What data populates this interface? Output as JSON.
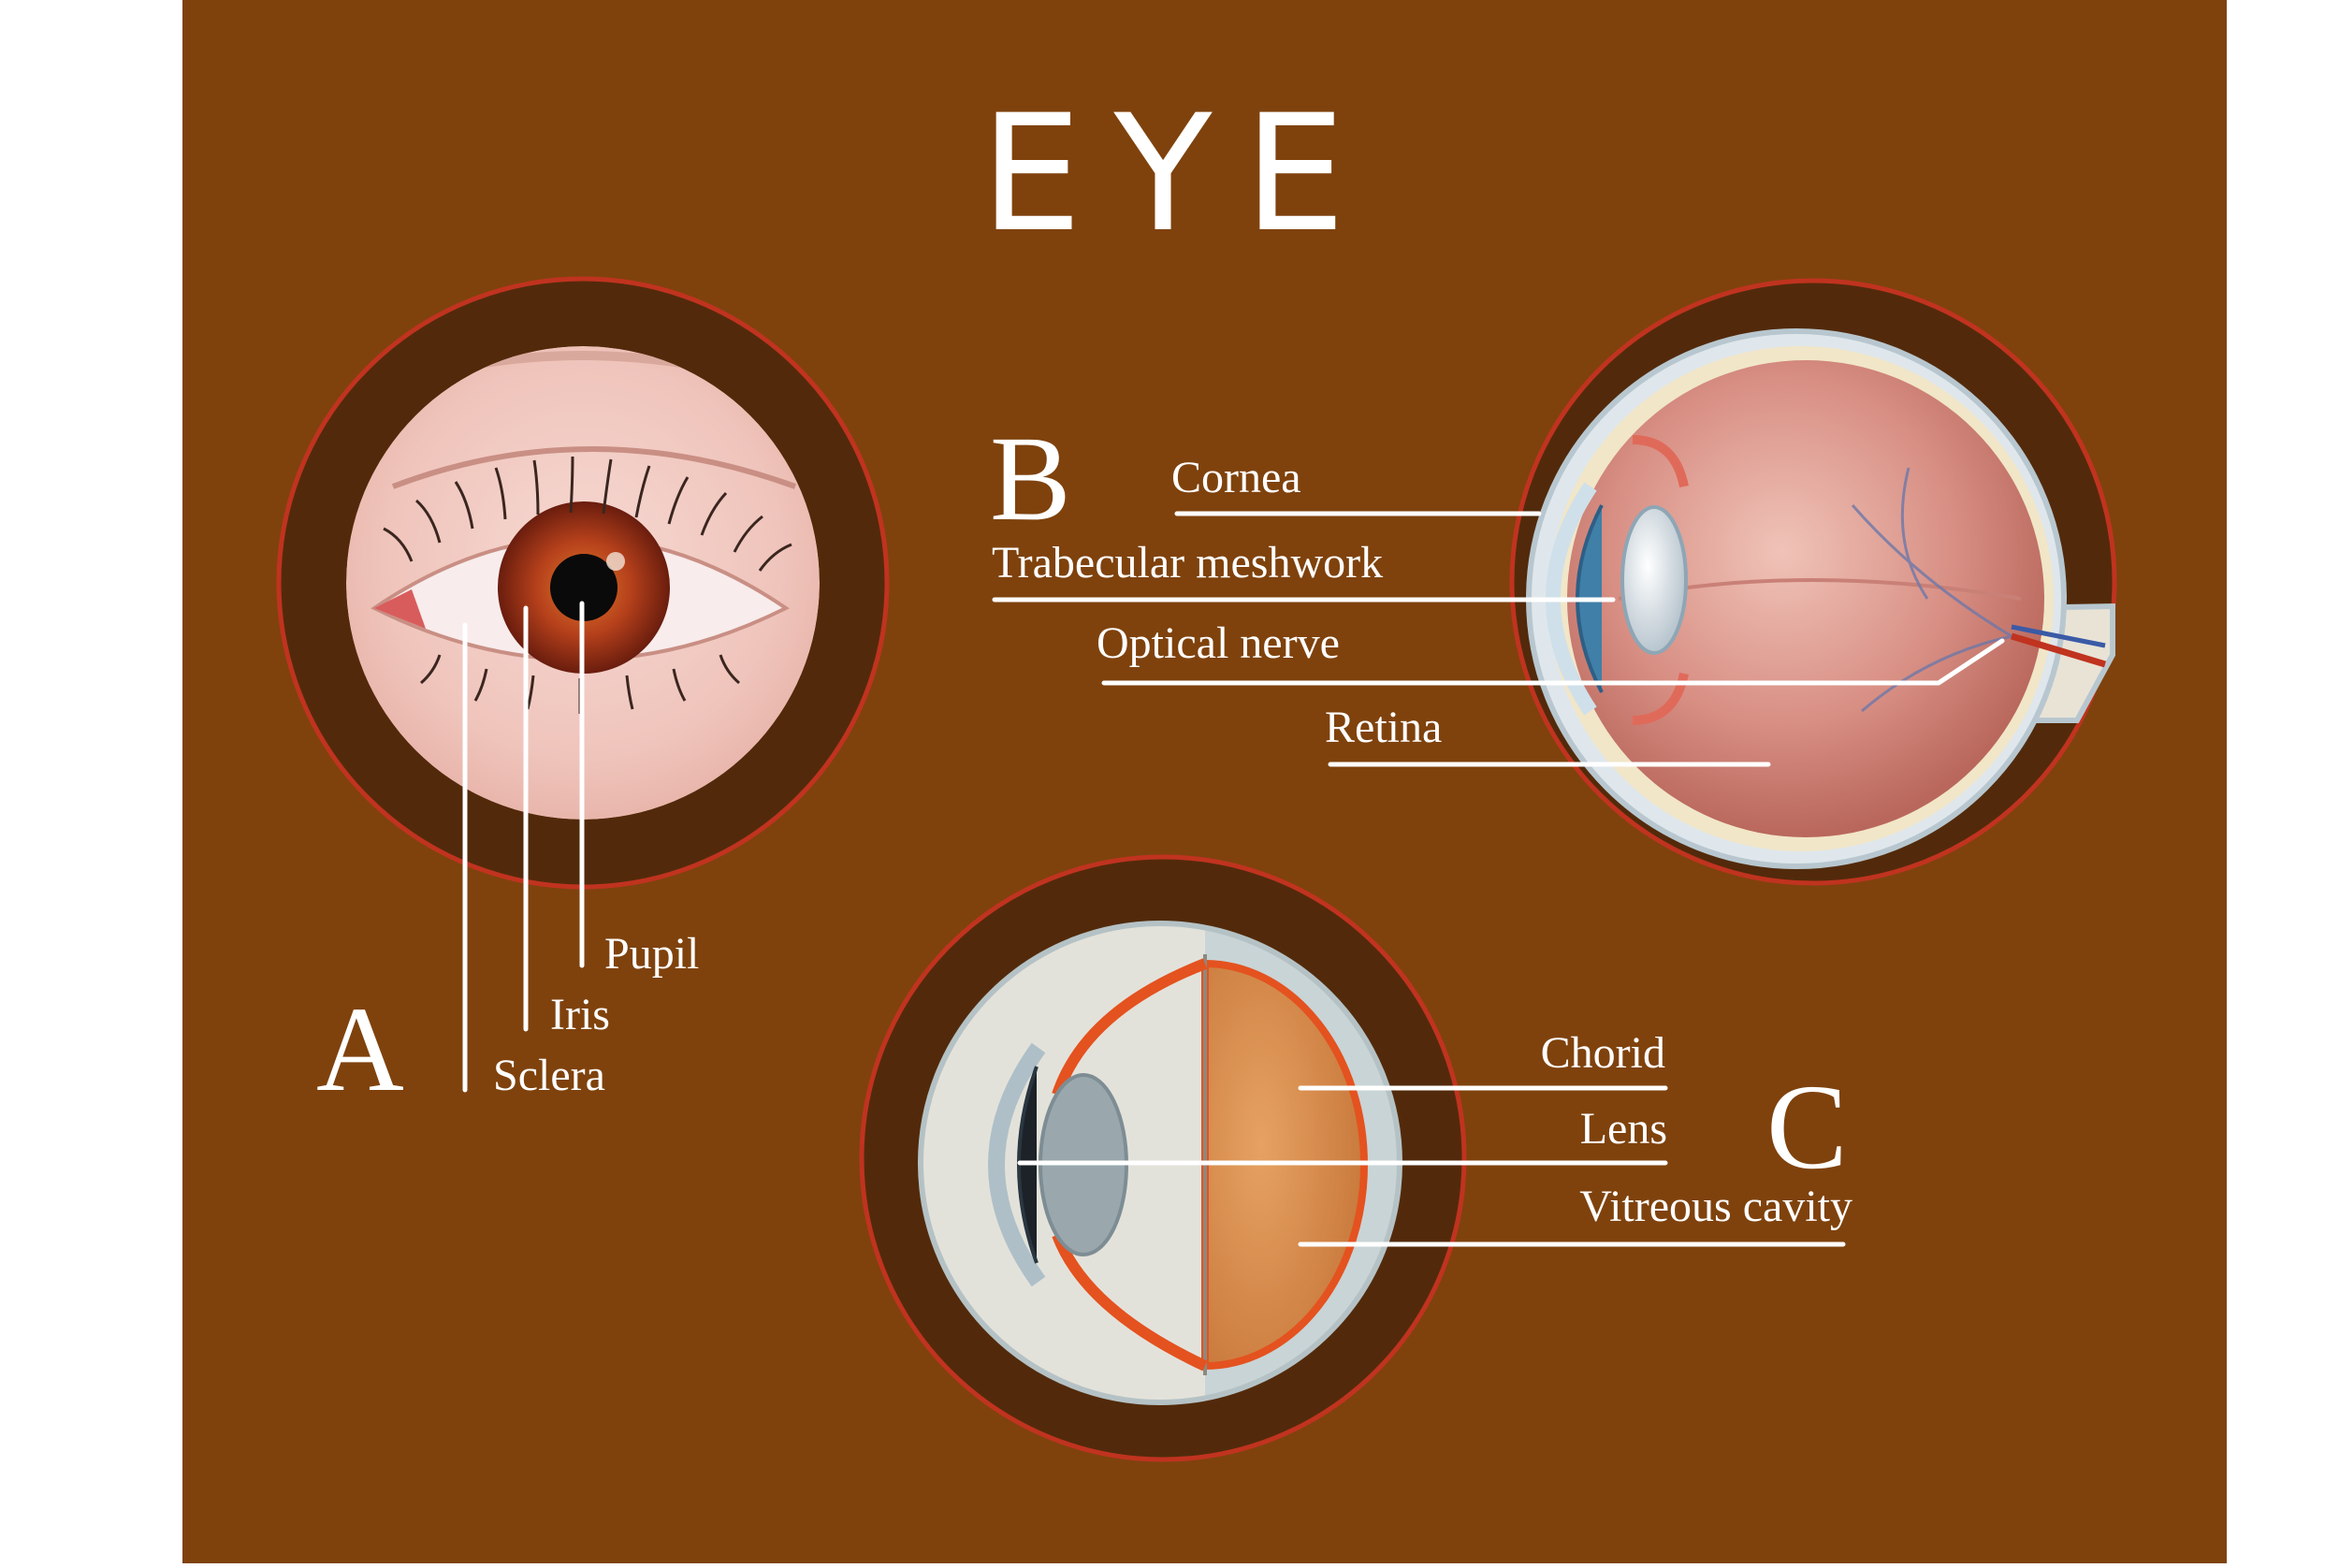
{
  "title": "EYE",
  "colors": {
    "background": "#7f420d",
    "ring": "#522a0b",
    "ring_edge": "#c0331f",
    "text": "#ffffff"
  },
  "panels": {
    "a": {
      "letter": "A",
      "labels": [
        "Pupil",
        "Iris",
        "Sclera"
      ]
    },
    "b": {
      "letter": "B",
      "labels": [
        "Cornea",
        "Trabecular meshwork",
        "Optical nerve",
        "Retina"
      ]
    },
    "c": {
      "letter": "C",
      "labels": [
        "Chorid",
        "Lens",
        "Vitreous cavity"
      ]
    }
  }
}
